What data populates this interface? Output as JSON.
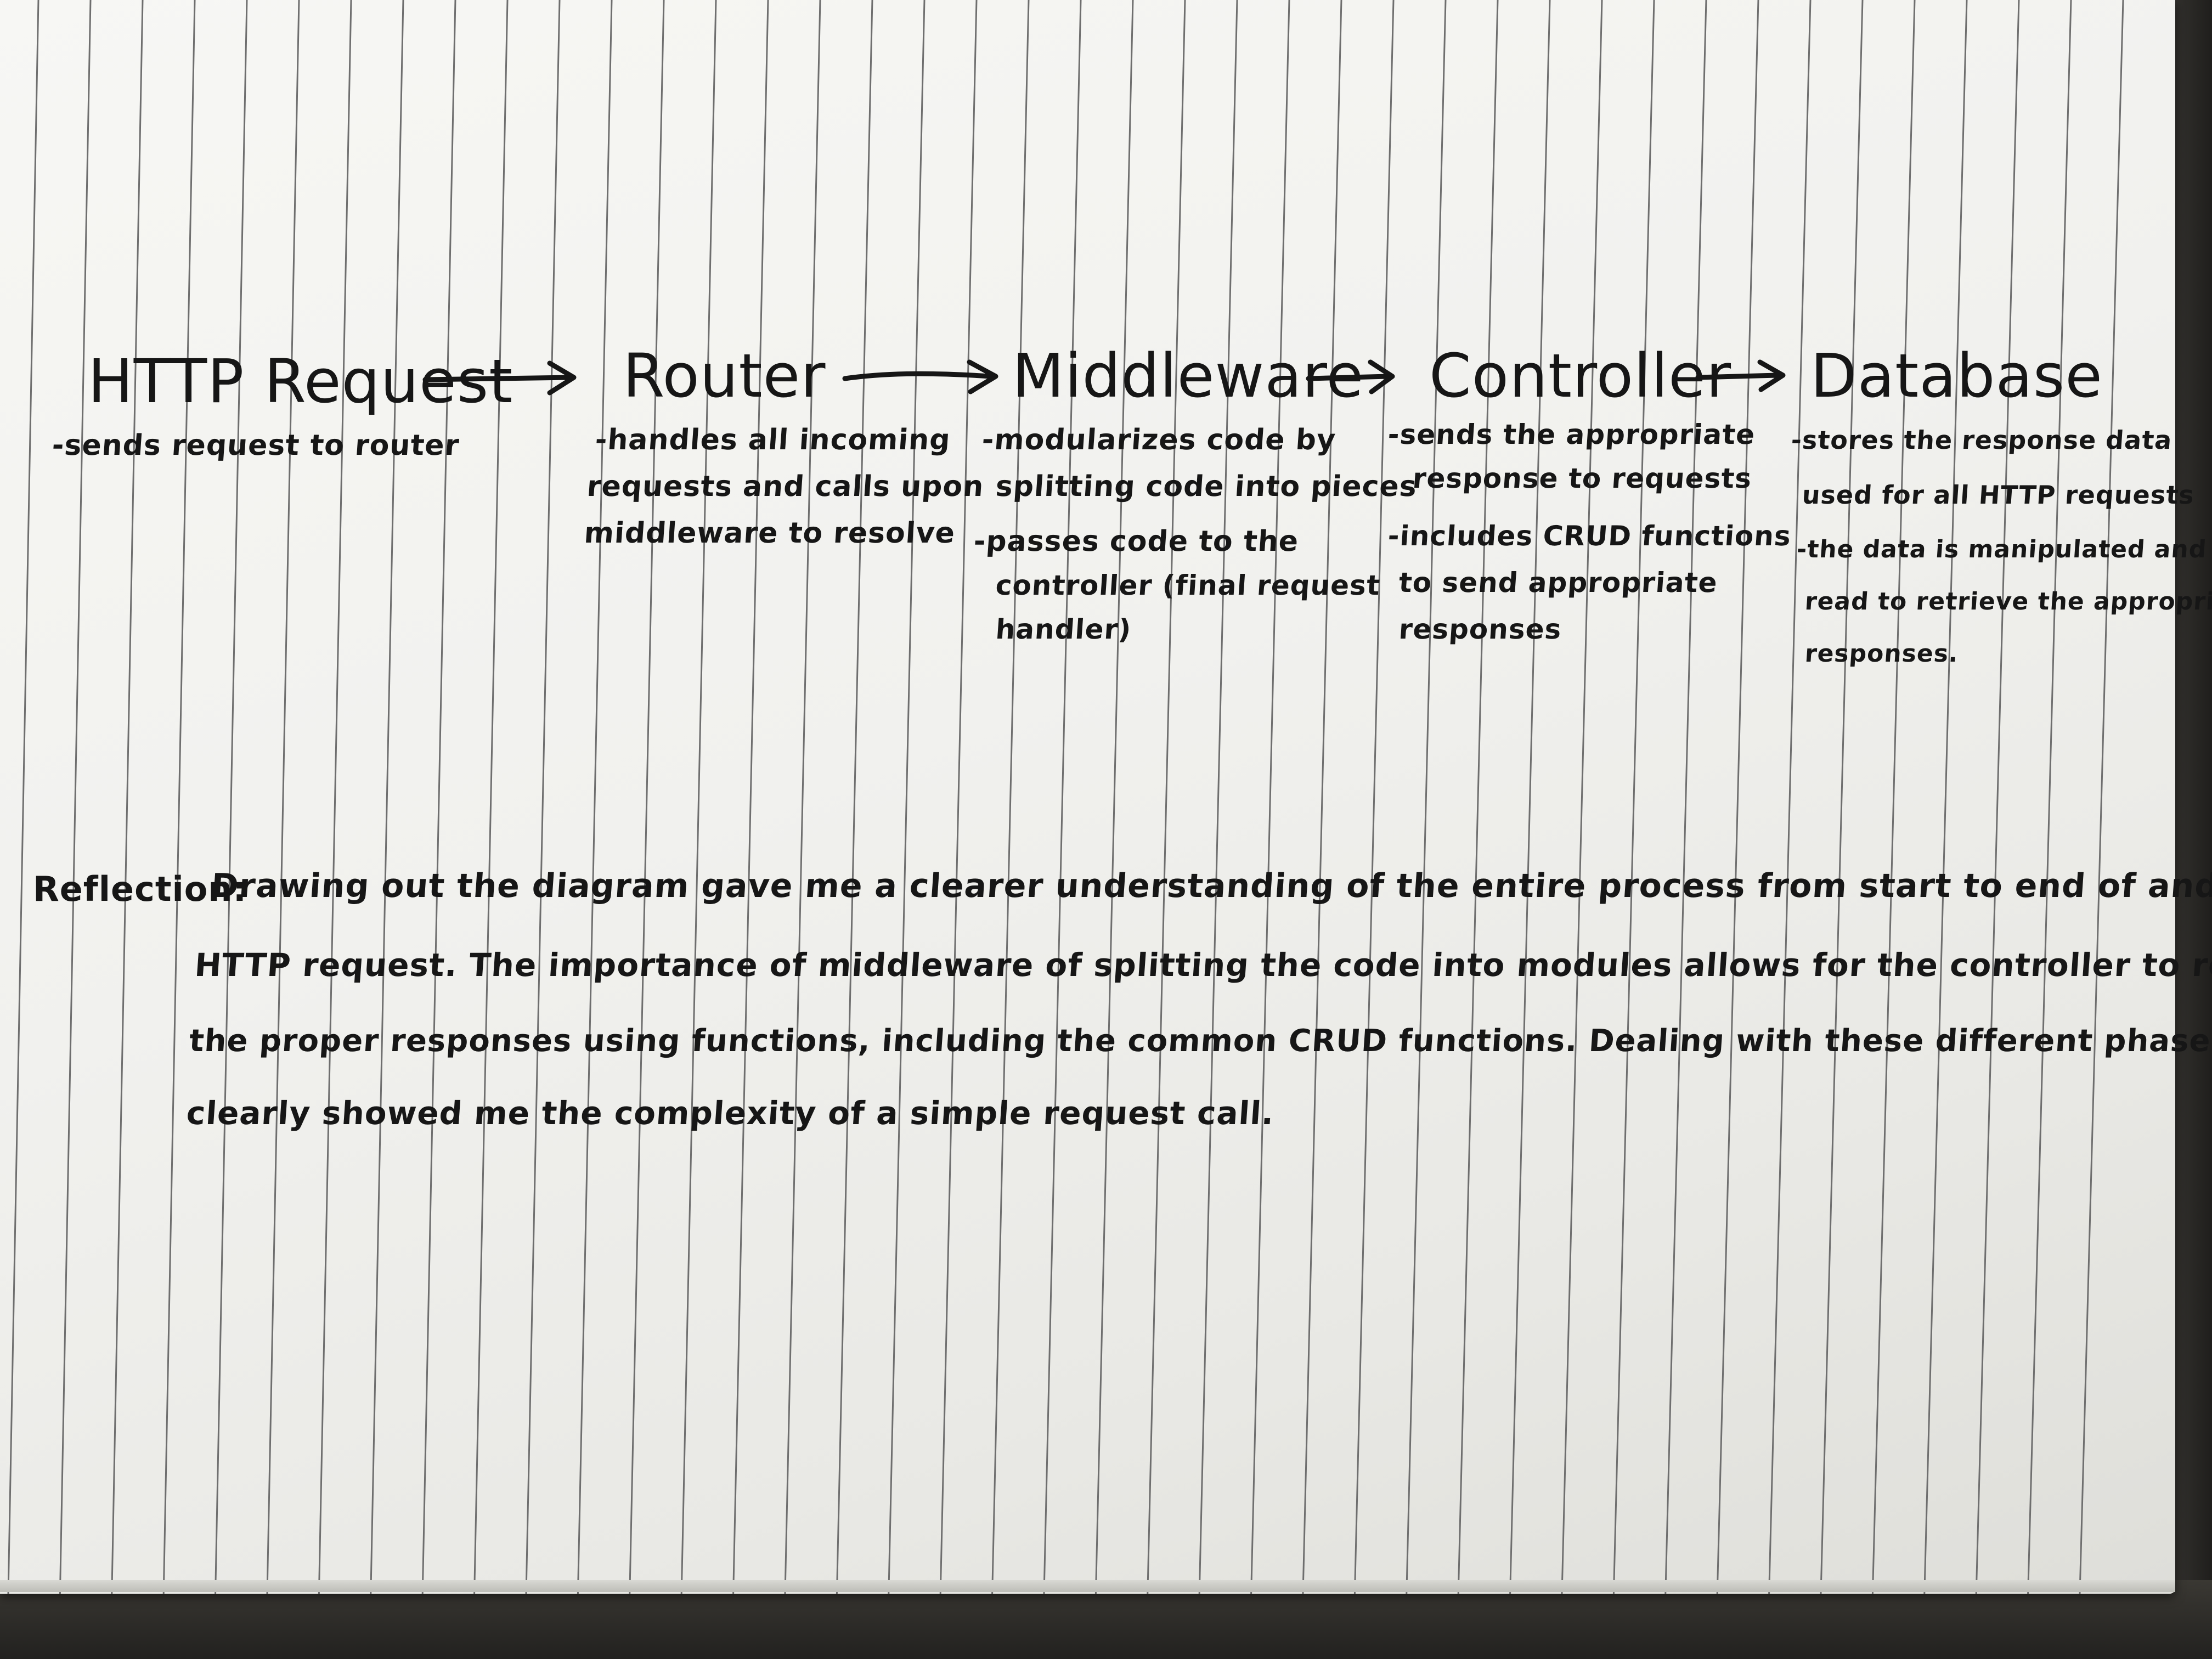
{
  "diagram": {
    "stages": [
      {
        "name": "HTTP Request",
        "notes": [
          "-sends request to router"
        ]
      },
      {
        "name": "Router",
        "notes": [
          "-handles all incoming",
          "requests and calls upon",
          "middleware to resolve"
        ]
      },
      {
        "name": "Middleware",
        "notes": [
          "-modularizes code by",
          "splitting code into pieces",
          "-passes code to the",
          "controller (final request",
          "handler)"
        ]
      },
      {
        "name": "Controller",
        "notes": [
          "-sends the appropriate",
          "response to requests",
          "-includes CRUD functions",
          "to send appropriate",
          "responses"
        ]
      },
      {
        "name": "Database",
        "notes": [
          "-stores the response data",
          "used for all HTTP requests",
          "-the data is manipulated and",
          "read to retrieve the appropriate",
          "responses."
        ]
      }
    ]
  },
  "reflection": {
    "label": "Reflection:",
    "lines": [
      "Drawing out the diagram gave me a clearer understanding of the entire process from start to end of and",
      "HTTP request. The importance of middleware of splitting the code into modules allows for the controller to retrieve",
      "the proper responses using functions, including the common CRUD functions. Dealing with these different phases firsthand",
      "clearly showed me the complexity of a simple request call."
    ]
  },
  "colors": {
    "paper": "#f3f3f0",
    "ink": "#161616",
    "ruling": "#6e6e6e"
  }
}
